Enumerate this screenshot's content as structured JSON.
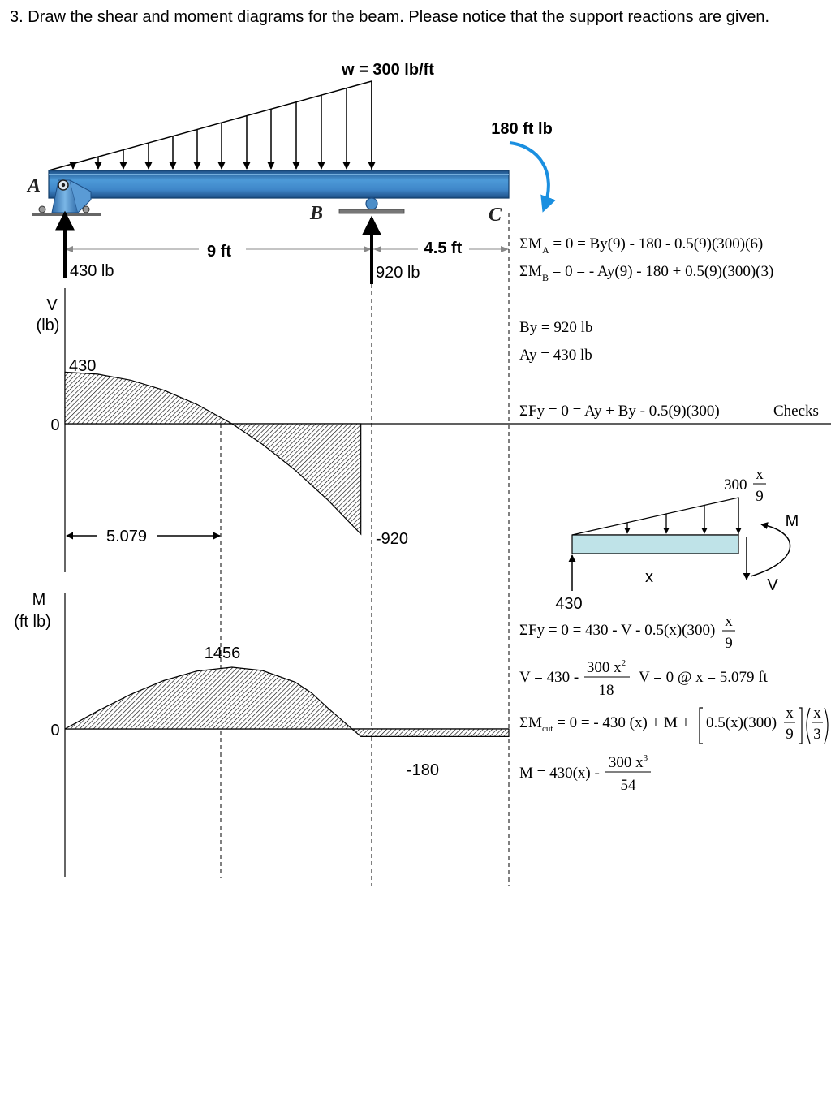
{
  "problem": {
    "text": "3. Draw the shear and moment diagrams for the beam.  Please notice that the support reactions are given."
  },
  "beam": {
    "load_label": "w = 300 lb/ft",
    "moment_label": "180 ft lb",
    "point_a": "A",
    "point_b": "B",
    "point_c": "C",
    "span_ab": "9 ft",
    "span_bc": "4.5 ft",
    "reaction_a": "430 lb",
    "reaction_b": "920 lb",
    "colors": {
      "beam": "#3f86c8",
      "beam_dark": "#1d4f86",
      "moment_arrow": "#1a8fe0"
    }
  },
  "shear_diagram": {
    "axis_label_1": "V",
    "axis_label_2": "(lb)",
    "zero_label": "0",
    "max_label": "430",
    "min_label": "-920",
    "zero_crossing_label": "5.079",
    "points": [
      {
        "x": 0,
        "v": 430
      },
      {
        "x": 1,
        "v": 413.3
      },
      {
        "x": 2,
        "v": 363.3
      },
      {
        "x": 3,
        "v": 280
      },
      {
        "x": 4,
        "v": 163.3
      },
      {
        "x": 5.079,
        "v": 0
      },
      {
        "x": 6,
        "v": -170
      },
      {
        "x": 7,
        "v": -386.7
      },
      {
        "x": 8,
        "v": -636.7
      },
      {
        "x": 9,
        "v": -920
      }
    ]
  },
  "moment_diagram": {
    "axis_label_1": "M",
    "axis_label_2": "(ft lb)",
    "zero_label": "0",
    "max_label": "1456",
    "min_label": "-180",
    "points": [
      {
        "x": 0,
        "m": 0
      },
      {
        "x": 1,
        "m": 424.4
      },
      {
        "x": 2,
        "m": 815.6
      },
      {
        "x": 3,
        "m": 1140
      },
      {
        "x": 4,
        "m": 1364.4
      },
      {
        "x": 5.079,
        "m": 1456
      },
      {
        "x": 6,
        "m": 1380
      },
      {
        "x": 7,
        "m": 1104.8
      },
      {
        "x": 7.5,
        "m": 850
      },
      {
        "x": 8,
        "m": 492.6
      },
      {
        "x": 9,
        "m": -180
      },
      {
        "x": 13.5,
        "m": -180
      }
    ]
  },
  "equations": {
    "ma_lhs": "ΣM",
    "ma_sub": "A",
    "ma_rhs": " = 0 = By(9) - 180 - 0.5(9)(300)(6)",
    "mb_lhs": "ΣM",
    "mb_sub": "B",
    "mb_rhs": " = 0 = - Ay(9) - 180 + 0.5(9)(300)(3)",
    "by": "By = 920 lb",
    "ay": "Ay = 430 lb",
    "fy_check": "ΣFy = 0 = Ay + By - 0.5(9)(300)",
    "checks": "Checks",
    "fy_cut": "ΣFy = 0 = 430 - V - 0.5(x)(300)",
    "frac_x": "x",
    "frac_9": "9",
    "v_lhs": "V = 430 -",
    "v_num": "300 x",
    "v_exp": "2",
    "v_den": "18",
    "v_zero": "V = 0 @ x = 5.079 ft",
    "mcut_lhs": "ΣM",
    "mcut_sub": "cut",
    "mcut_rhs": " = 0 = - 430 (x) + M +",
    "mcut_bracket": "0.5(x)(300)",
    "frac_3": "3",
    "m_lhs": "M = 430(x) -",
    "m_num": "300 x",
    "m_exp": "3",
    "m_den": "54"
  },
  "fbd": {
    "load_num": "300",
    "load_frac_num": "x",
    "load_frac_den": "9",
    "moment": "M",
    "shear": "V",
    "length": "x",
    "reaction": "430",
    "fill": "#bfe3e8"
  }
}
